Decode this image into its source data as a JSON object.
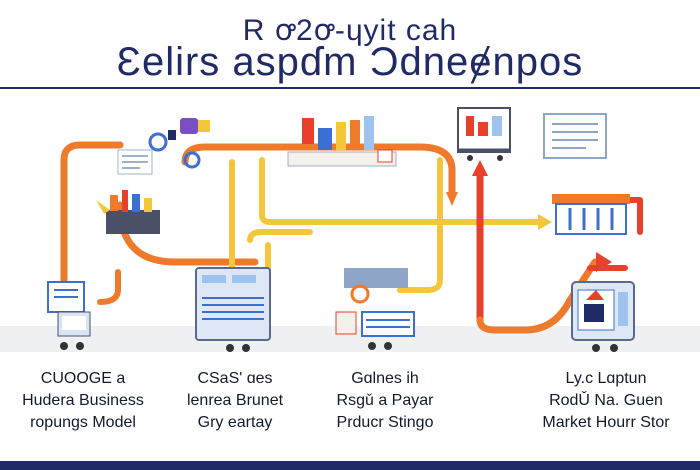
{
  "header": {
    "title_line_1": "R ꝍ2ꝍ-ɥyit cah",
    "title_line_2": "Ɛelirs aspɗm Ɔdneɇnpos"
  },
  "captions": [
    {
      "lines": [
        "CUOOGE a",
        "Hudera Business",
        "ropungs Model"
      ]
    },
    {
      "lines": [
        "CSaS' ɑes",
        "lenrea Brunet",
        "Gry eartay"
      ]
    },
    {
      "lines": [
        "Gɑlnes ih",
        "Rsgǔ a Payar",
        "Prducr Stingo"
      ]
    },
    {
      "lines": [
        "Ly.c Lɑptun",
        "RodǓ Na. Guen",
        "Market Hourr Stor"
      ]
    }
  ],
  "colors": {
    "navy": "#1f2a66",
    "orange": "#f07a2c",
    "red": "#e8402a",
    "yellow": "#f4c63a",
    "blue": "#3b6fd1",
    "light_blue": "#9fc3ef",
    "purple": "#7a4fc4"
  },
  "icons": [
    "lab-flasks-icon",
    "toolbox-icon",
    "document-terminal-icon",
    "server-unit-icon",
    "craft-workbench-icon",
    "analytics-machine-icon",
    "shopping-cart-icon",
    "document-panel-icon",
    "building-icon",
    "tablet-device-icon"
  ]
}
